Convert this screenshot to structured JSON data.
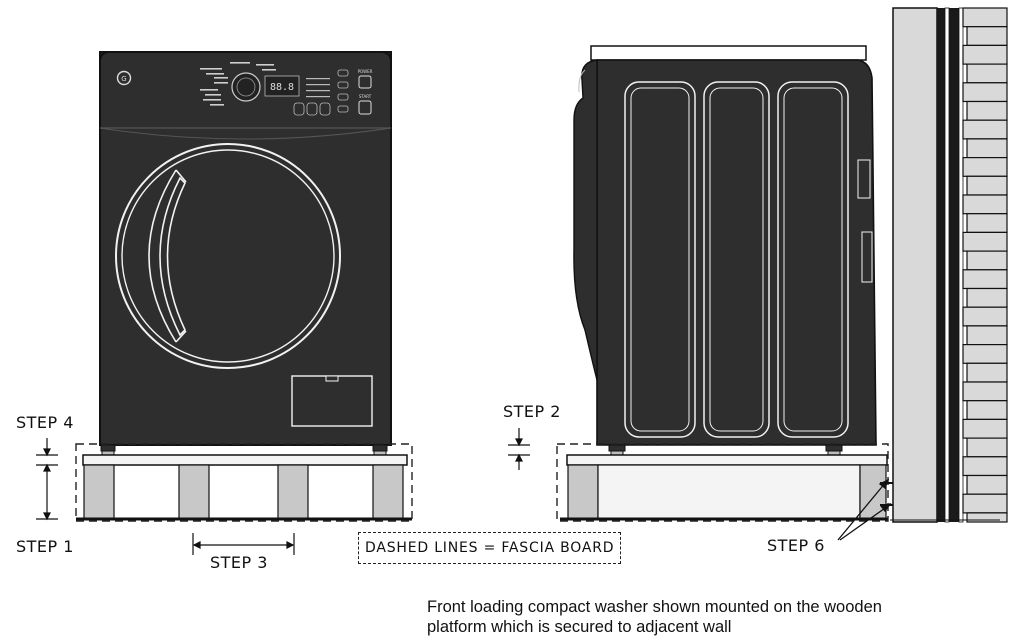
{
  "labels": {
    "step1": "STEP 1",
    "step2": "STEP 2",
    "step3": "STEP 3",
    "step4": "STEP 4",
    "step6": "STEP 6"
  },
  "legend": "DASHED LINES = FASCIA BOARD",
  "caption": {
    "line1": "Front loading compact washer shown mounted on the wooden",
    "line2": "platform which is secured to adjacent wall"
  },
  "control_panel": {
    "power": "POWER",
    "start": "START"
  },
  "colors": {
    "appliance_dark": "#2e2e2e",
    "block_gray": "#c8c8c8",
    "wall_gray": "#d9d9d9",
    "line": "#1a1a1a"
  }
}
